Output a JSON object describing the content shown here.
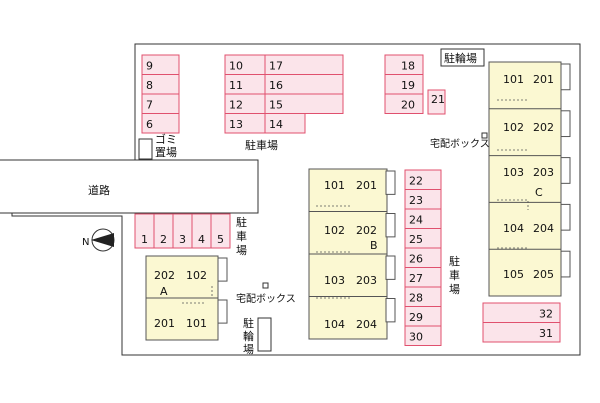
{
  "colors": {
    "parking_fill": "#fbe4ea",
    "parking_stroke": "#e0506e",
    "building_fill": "#fbf8d2",
    "building_stroke": "#555555",
    "boundary": "#333333",
    "road": "#ffffff"
  },
  "labels": {
    "road": "道路",
    "parking_left": "駐車場",
    "parking_mid": "駐\n車\n場",
    "parking_right": "駐\n車\n場",
    "bicycle_top": "駐輪場",
    "bicycle_bottom": "駐\n輪\n場",
    "garbage": "ゴミ\n置場",
    "delivery_top": "宅配ボックス",
    "delivery_bottom": "宅配ボックス",
    "north_symbol": "N"
  },
  "parking_spaces": {
    "col_a": [
      "9",
      "8",
      "7",
      "6"
    ],
    "col_b": [
      "10",
      "11",
      "12",
      "13"
    ],
    "col_c": [
      "17",
      "16",
      "15",
      "14"
    ],
    "col_d": [
      "18",
      "19",
      "20"
    ],
    "single": "21",
    "row_bottom_left": [
      "1",
      "2",
      "3",
      "4",
      "5"
    ],
    "col_center": [
      "22",
      "23",
      "24",
      "25",
      "26",
      "27",
      "28",
      "29",
      "30"
    ],
    "bottom_right": [
      "32",
      "31"
    ]
  },
  "buildings": {
    "A": {
      "name": "A",
      "units": [
        "202",
        "102",
        "201",
        "101"
      ]
    },
    "B": {
      "name": "B",
      "units": [
        "101",
        "201",
        "102",
        "202",
        "103",
        "203",
        "104",
        "204"
      ]
    },
    "C": {
      "name": "C",
      "units": [
        "101",
        "201",
        "102",
        "202",
        "103",
        "203",
        "104",
        "204",
        "105",
        "205"
      ]
    }
  }
}
